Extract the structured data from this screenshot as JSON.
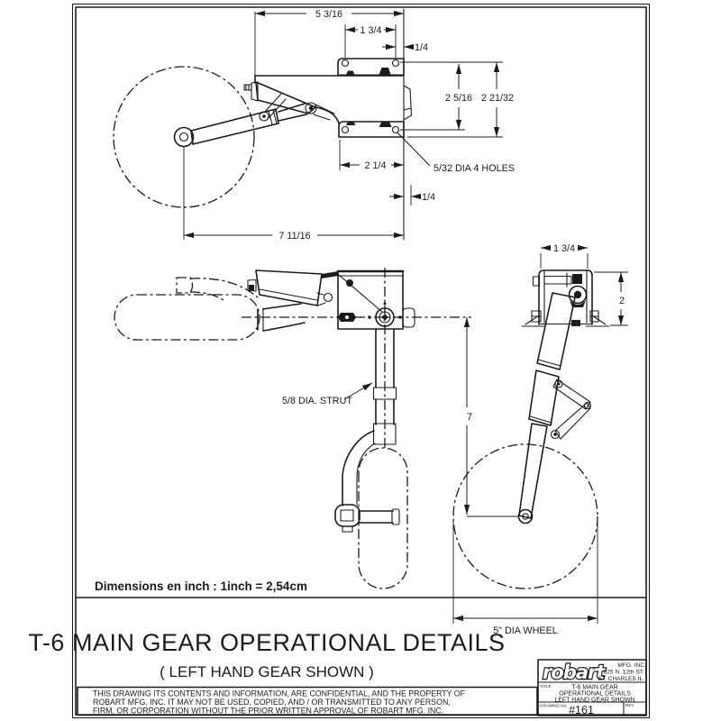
{
  "scale_note": "Dimensions en inch : 1inch = 2,54cm",
  "title": "T-6 MAIN GEAR OPERATIONAL DETAILS",
  "subtitle": "( LEFT HAND GEAR SHOWN )",
  "annotations": {
    "holes": "5/32 DIA 4 HOLES",
    "strut": "5/8 DIA. STRUT",
    "wheel": "5\" DIA WHEEL"
  },
  "dims": {
    "d5_3_16": "5 3/16",
    "d1_3_4": "1 3/4",
    "d1_4_top": "1/4",
    "d2_5_16": "2 5/16",
    "d2_21_32": "2 21/32",
    "d2_1_4": "2 1/4",
    "d1_4_bot": "1/4",
    "d7_11_16": "7 11/16",
    "d1_3_4_front": "1 3/4",
    "d2": "2",
    "d7": "7"
  },
  "disclaimer": [
    "THIS DRAWING ITS CONTENTS AND INFORMATION, ARE CONFIDENTIAL, AND THE PROPERTY OF",
    "ROBART MFG. INC. IT MAY NOT BE USED, COPIED, AND / OR TRANSMITTED TO ANY PERSON,",
    "FIRM, OR CORPORATION WITHOUT THE PRIOR WRITTEN APPROVAL OF ROBART MFG. INC."
  ],
  "title_block": {
    "logo": "robart",
    "company": [
      "MFG. INC",
      "625 N. 12th ST.",
      "ST. CHARLES IL."
    ],
    "title_label": "TITLE",
    "title_lines": [
      "T-6 MAIN GEAR",
      "OPERATIONAL DETAILS",
      "LEFT HAND GEAR SHOWN"
    ],
    "drawing_no_label": "DRAWING No.",
    "drawing_no": "#161",
    "rev_label": "REV"
  },
  "colors": {
    "ink": "#1b1b1b",
    "paper": "#ffffff"
  }
}
